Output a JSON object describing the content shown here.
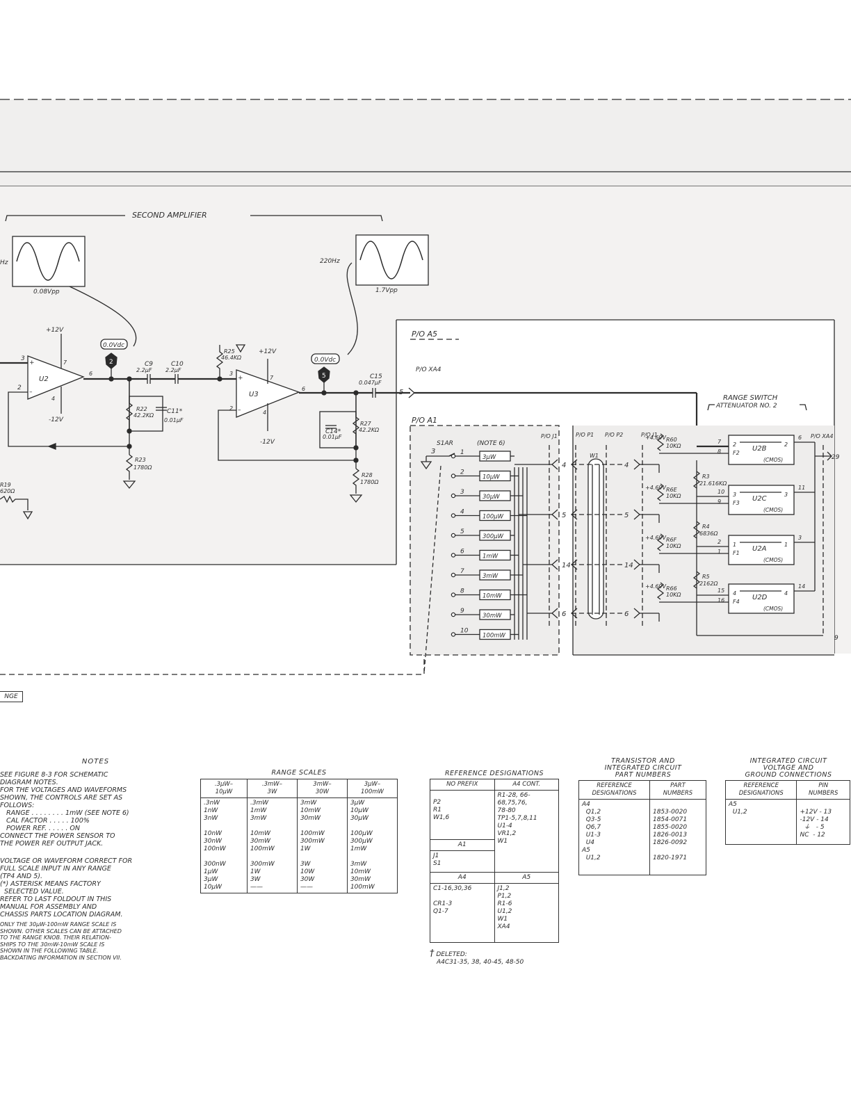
{
  "top_tabs": [
    "NGE"
  ],
  "diagram": {
    "section_title": "SECOND AMPLIFIER",
    "waveforms": [
      {
        "freq": "Hz",
        "amplitude": "0.08Vpp"
      },
      {
        "freq": "220Hz",
        "amplitude": "1.7Vpp"
      }
    ],
    "test_points": [
      {
        "number": "2",
        "voltage": "0.0Vdc"
      },
      {
        "number": "5",
        "voltage": "0.0Vdc"
      }
    ],
    "amplifiers": [
      {
        "ref": "U2",
        "pos_supply": "+12V",
        "neg_supply": "-12V",
        "pins": [
          "3",
          "2",
          "7",
          "4",
          "6"
        ]
      },
      {
        "ref": "U3",
        "pos_supply": "+12V",
        "neg_supply": "-12V",
        "pins": [
          "3",
          "2",
          "7",
          "4",
          "6"
        ]
      }
    ],
    "components": {
      "c9": "C9",
      "c9_val": "2.2μF",
      "c10": "C10",
      "c10_val": "2.2μF",
      "c11": "C11*",
      "c11_val": "0.01μF",
      "r22": "R22",
      "r22_val": "42.2KΩ",
      "r23": "R23",
      "r23_val": "1780Ω",
      "r25": "R25",
      "r25_val": "46.4KΩ",
      "c15": "C15",
      "c15_val": "0.047μF",
      "c14": "C14*",
      "c14_val": "0.01μF",
      "r27": "R27",
      "r27_val": "42.2KΩ",
      "r28": "R28",
      "r28_val": "1780Ω",
      "r19": "R19",
      "r19_val": "620Ω"
    },
    "blocks": {
      "a5": "P/O A5",
      "a1": "P/O A1",
      "xa4_top": "P/O XA4",
      "j1": "P/O J1",
      "p1": "P/O P1",
      "p2": "P/O P2",
      "j1b": "P/O J1",
      "xa4_right": "P/O XA4",
      "w1": "W1"
    },
    "range_switch": {
      "title": "RANGE SWITCH",
      "subtitle": "ATTENUATOR NO. 2",
      "switch": "S1AR",
      "note": "(NOTE 6)"
    },
    "switch_positions": [
      {
        "pos": "1",
        "range": "3μW"
      },
      {
        "pos": "2",
        "range": "10μW"
      },
      {
        "pos": "3",
        "range": "30μW"
      },
      {
        "pos": "4",
        "range": "100μW"
      },
      {
        "pos": "5",
        "range": "300μW"
      },
      {
        "pos": "6",
        "range": "1mW"
      },
      {
        "pos": "7",
        "range": "3mW"
      },
      {
        "pos": "8",
        "range": "10mW"
      },
      {
        "pos": "9",
        "range": "30mW"
      },
      {
        "pos": "10",
        "range": "100mW"
      }
    ],
    "connector_pins": [
      "4",
      "5",
      "14",
      "6"
    ],
    "attenuator_resistors": [
      {
        "supply": "+4.69V",
        "ref": "R60",
        "val": "10KΩ"
      },
      {
        "supply": "+4.69V",
        "ref": "R6E",
        "val": "10KΩ"
      },
      {
        "supply": "+4.69V",
        "ref": "R6F",
        "val": "10KΩ"
      },
      {
        "supply": "+4.69V",
        "ref": "R66",
        "val": "10KΩ"
      }
    ],
    "series_resistors": [
      {
        "ref": "R3",
        "val": "21.616KΩ"
      },
      {
        "ref": "R4",
        "val": "6836Ω"
      },
      {
        "ref": "R5",
        "val": "2162Ω"
      }
    ],
    "switches": [
      {
        "ref": "U2B",
        "type": "(CMOS)",
        "f": "F2",
        "in_pins": [
          "7",
          "8"
        ],
        "out_in": "2",
        "out": "2",
        "tail": "6"
      },
      {
        "ref": "U2C",
        "type": "(CMOS)",
        "f": "F3",
        "in_pins": [
          "10",
          "9"
        ],
        "out_in": "3",
        "out": "3",
        "tail": "11"
      },
      {
        "ref": "U2A",
        "type": "(CMOS)",
        "f": "F1",
        "in_pins": [
          "2",
          "1"
        ],
        "out_in": "1",
        "out": "1",
        "tail": "3"
      },
      {
        "ref": "U2D",
        "type": "(CMOS)",
        "f": "F4",
        "in_pins": [
          "15",
          "16"
        ],
        "out_in": "4",
        "out": "4",
        "tail": "14"
      }
    ],
    "output_pins": {
      "main": "5",
      "xa4_29": "29",
      "xa4_9": "9"
    }
  },
  "notes": {
    "heading": "NOTES",
    "lines": [
      "SEE FIGURE 8-3 FOR SCHEMATIC",
      "DIAGRAM NOTES.",
      "FOR THE VOLTAGES AND WAVEFORMS",
      "SHOWN, THE CONTROLS ARE SET AS",
      "FOLLOWS:",
      "   RANGE . . . . . . . . 1mW (SEE NOTE 6)",
      "   CAL FACTOR . . . . . 100%",
      "   POWER REF. . . . . . ON",
      "CONNECT THE POWER SENSOR TO",
      "THE POWER REF OUTPUT JACK.",
      "",
      "VOLTAGE OR WAVEFORM CORRECT FOR",
      "FULL SCALE INPUT IN ANY RANGE",
      "(TP4 AND 5).",
      "(*) ASTERISK MEANS FACTORY",
      "  SELECTED VALUE.",
      "REFER TO LAST FOLDOUT IN THIS",
      "MANUAL FOR ASSEMBLY AND",
      "CHASSIS PARTS LOCATION DIAGRAM."
    ],
    "small_lines": [
      "ONLY THE 30μW-100mW RANGE SCALE IS",
      "SHOWN. OTHER SCALES CAN BE ATTACHED",
      "TO THE RANGE KNOB. THEIR RELATION-",
      "SHIPS TO THE 30mW-10mW SCALE IS",
      "SHOWN IN THE FOLLOWING TABLE.",
      "BACKDATING INFORMATION IN SECTION VII."
    ]
  },
  "range_scales": {
    "title": "RANGE SCALES",
    "headers": [
      ".3μW–\n10μW",
      ".3mW–\n3W",
      "3mW–\n30W",
      "3μW–\n100mW"
    ],
    "columns": [
      ".3nW\n1nW\n3nW\n\n10nW\n30nW\n100nW\n\n300nW\n1μW\n3μW\n10μW",
      ".3mW\n1mW\n3mW\n\n10mW\n30mW\n100mW\n\n300mW\n1W\n3W\n——",
      "3mW\n10mW\n30mW\n\n100mW\n300mW\n1W\n\n3W\n10W\n30W\n——",
      "3μW\n10μW\n30μW\n\n100μW\n300μW\n1mW\n\n3mW\n10mW\n30mW\n100mW"
    ]
  },
  "reference_designations": {
    "title": "REFERENCE DESIGNATIONS",
    "col1_header": "NO PREFIX",
    "col2_header": "A4 CONT.",
    "no_prefix": "P2\nR1\nW1,6",
    "a1_label": "A1",
    "a1_items": "J1\nS1",
    "a4_label": "A4",
    "a4_items": "C1-16,30,36\n\nCR1-3\nQ1-7",
    "a4_cont": "R1-28, 66-\n68,75,76,\n78-80\nTP1-5,7,8,11\nU1-4\nVR1,2\nW1",
    "a5_label": "A5",
    "a5_items": "J1,2\nP1,2\nR1-6\nU1,2\nW1\nXA4",
    "deleted_mark": "†",
    "deleted_label": "DELETED:",
    "deleted_items": "A4C31-35, 38, 40-45, 48-50"
  },
  "part_numbers": {
    "title": "TRANSISTOR AND\nINTEGRATED CIRCUIT\nPART NUMBERS",
    "col1": "REFERENCE\nDESIGNATIONS",
    "col2": "PART\nNUMBERS",
    "refs": "A4\n  Q1,2\n  Q3-5\n  Q6,7\n  U1-3\n  U4\nA5\n  U1,2",
    "parts": "\n1853-0020\n1854-0071\n1855-0020\n1826-0013\n1826-0092\n\n1820-1971"
  },
  "ic_connections": {
    "title": "INTEGRATED CIRCUIT\nVOLTAGE AND\nGROUND CONNECTIONS",
    "col1": "REFERENCE\nDESIGNATIONS",
    "col2": "PIN\nNUMBERS",
    "refs": "A5\n  U1,2",
    "pins": "\n+12V - 13\n-12V - 14\n  ⏚   - 5\nNC  - 12"
  }
}
